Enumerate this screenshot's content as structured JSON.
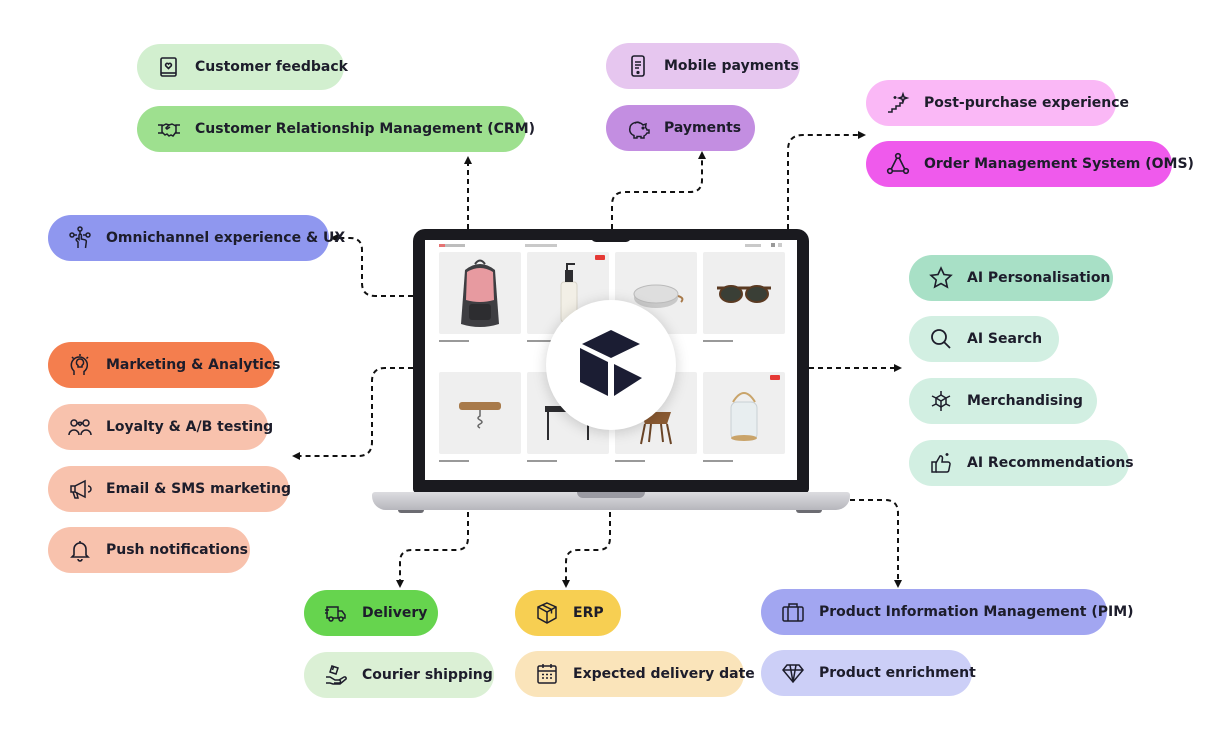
{
  "colors": {
    "light_green": "#d2efcf",
    "green": "#9ee08f",
    "lavender": "#e6c6ef",
    "purple": "#c38ee1",
    "pink_light": "#fab8f6",
    "magenta": "#ef5aec",
    "blue_violet": "#8f97ef",
    "orange": "#f47e4e",
    "peach": "#f8c2ad",
    "mint": "#a8e0c6",
    "mint_light": "#d2efe2",
    "lime": "#66d44e",
    "lime_light": "#dbf0d5",
    "yellow": "#f7cf52",
    "yellow_light": "#fae4ba",
    "periwinkle": "#a2a6f1",
    "periwinkle_light": "#cccff7",
    "logo": "#1b1d33"
  },
  "pills": {
    "customer_feedback": {
      "label": "Customer feedback",
      "icon": "book-heart-icon"
    },
    "crm": {
      "label": "Customer Relationship Management (CRM)",
      "icon": "handshake-icon"
    },
    "mobile_payments": {
      "label": "Mobile payments",
      "icon": "smartphone-icon"
    },
    "payments": {
      "label": "Payments",
      "icon": "piggy-bank-icon"
    },
    "post_purchase": {
      "label": "Post-purchase experience",
      "icon": "sparkle-stairs-icon"
    },
    "oms": {
      "label": "Order Management System (OMS)",
      "icon": "network-triangle-icon"
    },
    "omnichannel": {
      "label": "Omnichannel experience & UX",
      "icon": "touch-network-icon"
    },
    "marketing": {
      "label": "Marketing & Analytics",
      "icon": "lightbulb-head-icon"
    },
    "loyalty": {
      "label": "Loyalty & A/B testing",
      "icon": "people-heart-icon"
    },
    "email_sms": {
      "label": "Email & SMS marketing",
      "icon": "megaphone-icon"
    },
    "push": {
      "label": "Push notifications",
      "icon": "bell-icon"
    },
    "ai_personalisation": {
      "label": "AI Personalisation",
      "icon": "star-icon"
    },
    "ai_search": {
      "label": "AI Search",
      "icon": "search-icon"
    },
    "merchandising": {
      "label": "Merchandising",
      "icon": "cube-network-icon"
    },
    "ai_recommendations": {
      "label": "AI Recommendations",
      "icon": "thumbs-up-sparkle-icon"
    },
    "delivery": {
      "label": "Delivery",
      "icon": "truck-icon"
    },
    "courier": {
      "label": "Courier shipping",
      "icon": "package-hand-icon"
    },
    "erp": {
      "label": "ERP",
      "icon": "box-icon"
    },
    "expected_delivery": {
      "label": "Expected delivery date",
      "icon": "calendar-icon"
    },
    "pim": {
      "label": "Product Information Management (PIM)",
      "icon": "briefcase-icon"
    },
    "enrichment": {
      "label": "Product enrichment",
      "icon": "diamond-icon"
    }
  },
  "laptop": {
    "logo_icon": "cube-logo-icon",
    "products": [
      {
        "name": "backpack"
      },
      {
        "name": "lotion-bottle"
      },
      {
        "name": "speaker"
      },
      {
        "name": "sunglasses"
      },
      {
        "name": "corkscrew"
      },
      {
        "name": "side-table"
      },
      {
        "name": "chair"
      },
      {
        "name": "lantern"
      }
    ]
  }
}
